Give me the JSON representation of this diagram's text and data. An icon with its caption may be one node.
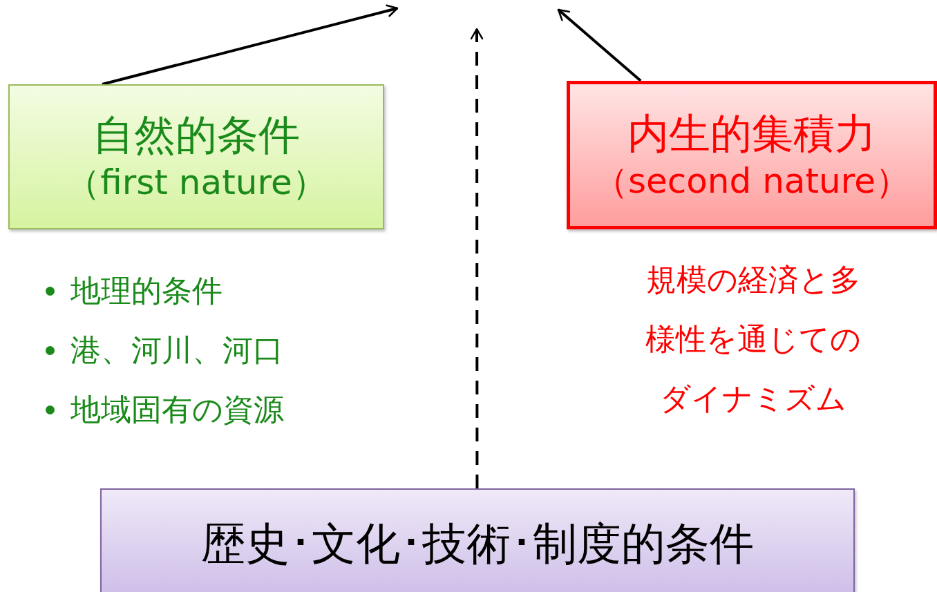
{
  "diagram": {
    "nodes": [
      {
        "text": [
          "自然的条件",
          "（first nature）"
        ],
        "beside": [
          "地理的条件",
          "港、河川、河口",
          "地域固有の資源"
        ]
      },
      {
        "text": [
          "内生的集積力",
          "（second nature）"
        ],
        "beside": [
          "規模の経済と多様性を通じてのダイナミズム"
        ]
      },
      {
        "text": [
          "歴史･文化･技術･制度的条件"
        ]
      }
    ],
    "edges": [
      {
        "from": 0,
        "to": null,
        "arrow": "to"
      },
      {
        "from": 1,
        "to": null,
        "arrow": "to"
      },
      {
        "from": 2,
        "to": null,
        "arrow": "to",
        "style": "dashed"
      }
    ]
  }
}
